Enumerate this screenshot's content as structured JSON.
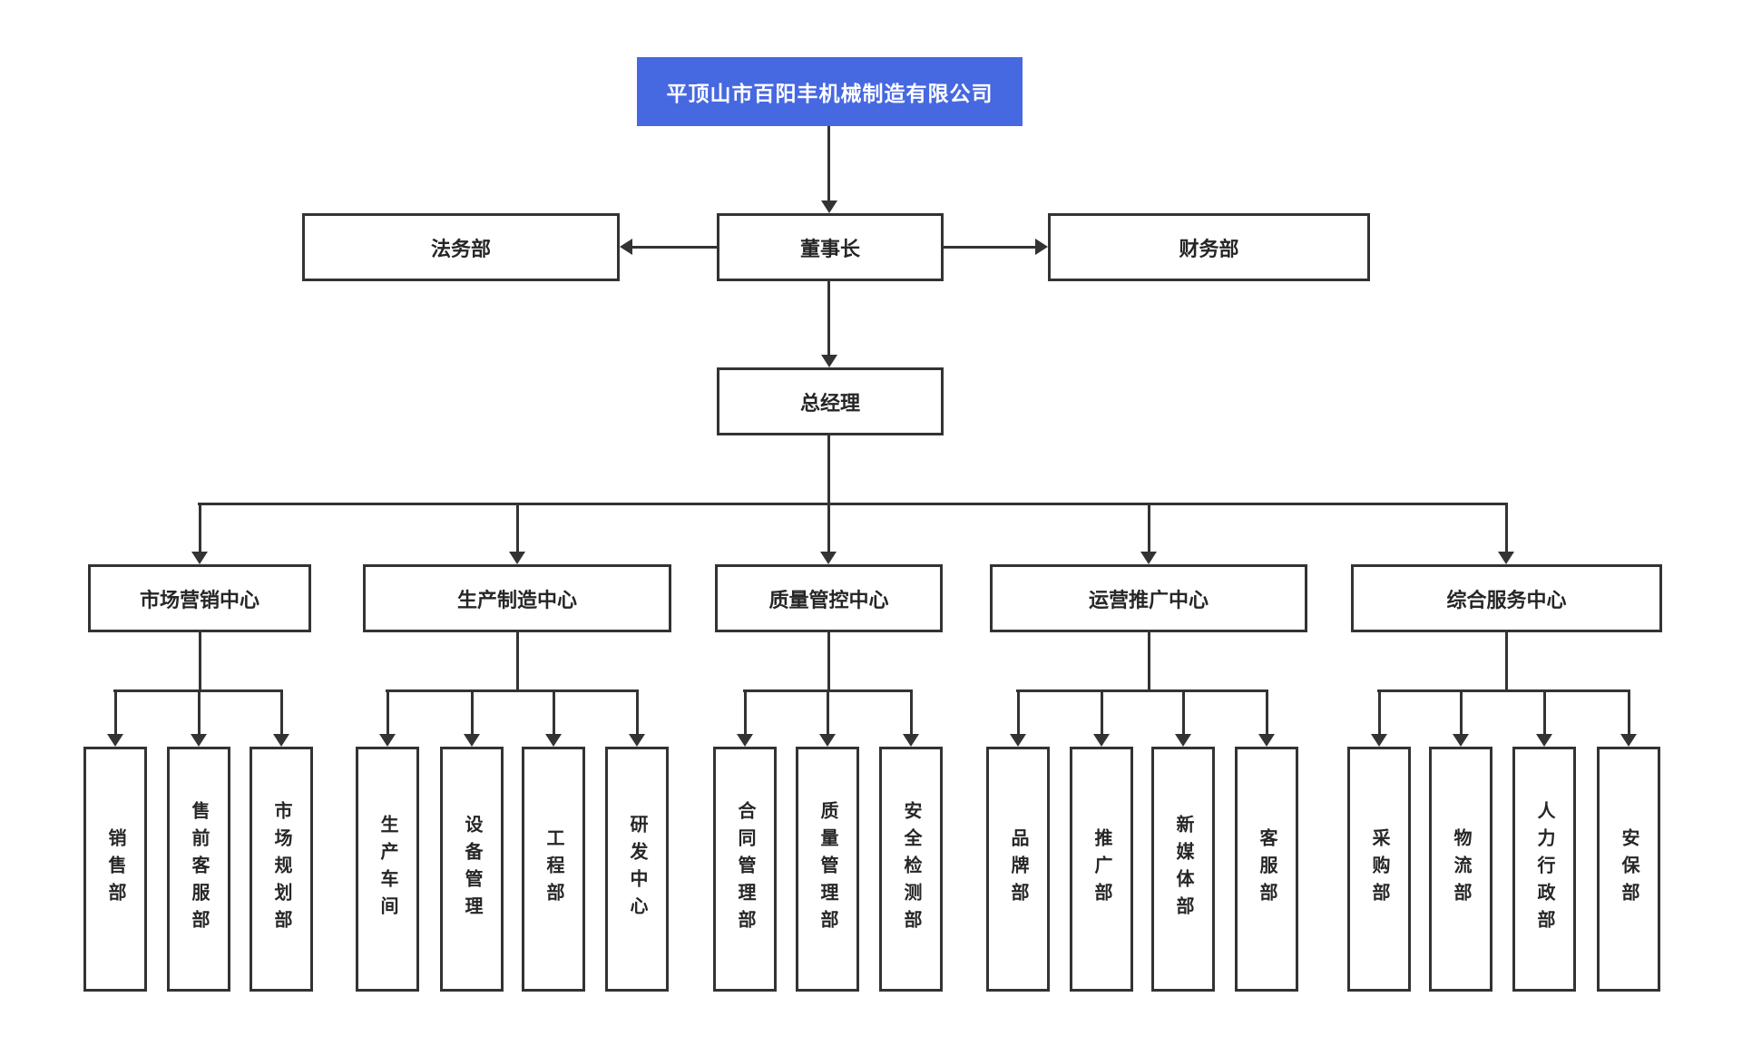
{
  "root": {
    "label": "平顶山市百阳丰机械制造有限公司"
  },
  "executive": {
    "legal": "法务部",
    "chairman": "董事长",
    "finance": "财务部",
    "general_manager": "总经理"
  },
  "centers": [
    {
      "label": "市场营销中心",
      "departments": [
        "销售部",
        "售前客服部",
        "市场规划部"
      ]
    },
    {
      "label": "生产制造中心",
      "departments": [
        "生产车间",
        "设备管理",
        "工程部",
        "研发中心"
      ]
    },
    {
      "label": "质量管控中心",
      "departments": [
        "合同管理部",
        "质量管理部",
        "安全检测部"
      ]
    },
    {
      "label": "运营推广中心",
      "departments": [
        "品牌部",
        "推广部",
        "新媒体部",
        "客服部"
      ]
    },
    {
      "label": "综合服务中心",
      "departments": [
        "采购部",
        "物流部",
        "人力行政部",
        "安保部"
      ]
    }
  ],
  "colors": {
    "accent": "#4668e0",
    "line": "#333333",
    "text": "#262626",
    "title_text": "#ffffff"
  }
}
